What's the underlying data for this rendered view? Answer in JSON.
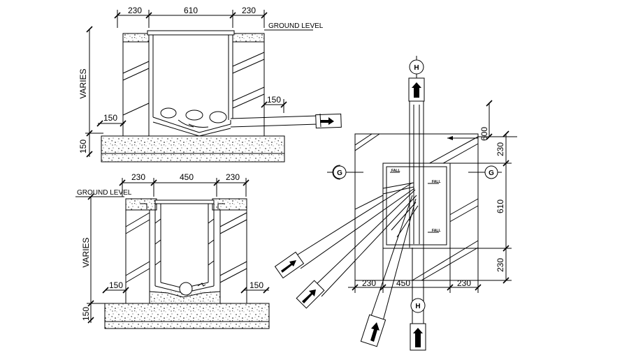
{
  "section_a": {
    "top_dims": [
      "230",
      "610",
      "230"
    ],
    "ground_level": "GROUND LEVEL",
    "varies": "VARIES",
    "base_dim": "150",
    "wall_dim": "150",
    "pipe_dim": "150"
  },
  "section_b": {
    "top_dims": [
      "230",
      "450",
      "230"
    ],
    "ground_level": "GROUND LEVEL",
    "varies": "VARIES",
    "base_dim": "150",
    "wall_left_dim": "150",
    "wall_right_dim": "150"
  },
  "plan": {
    "bottom_dims": [
      "230",
      "450",
      "230"
    ],
    "right_dims": [
      "600",
      "230",
      "610",
      "230"
    ],
    "fall_labels": [
      "FALL",
      "FALL",
      "FALL"
    ],
    "bubble_g": "G",
    "bubble_h": "H"
  }
}
